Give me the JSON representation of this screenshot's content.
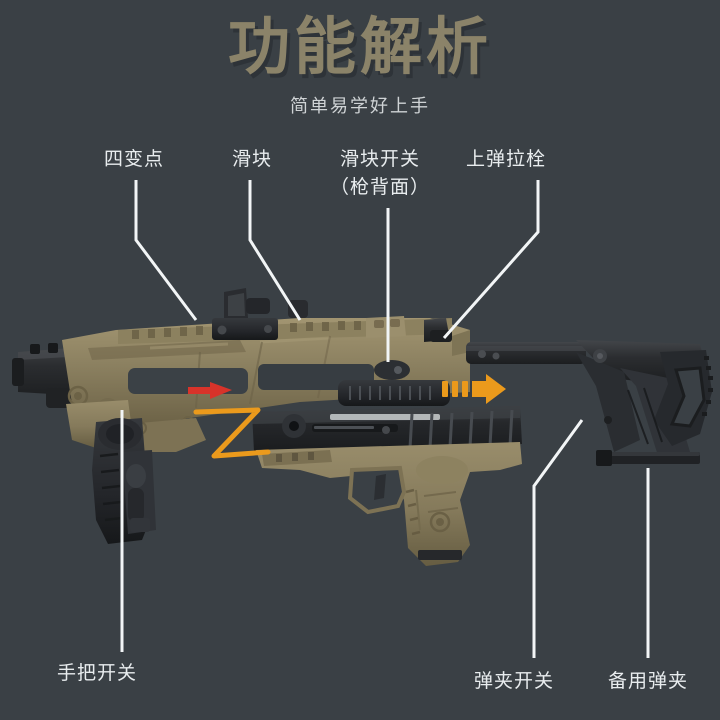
{
  "header": {
    "title": "功能解析",
    "subtitle": "简单易学好上手"
  },
  "labels": {
    "top": [
      {
        "id": "four-change-point",
        "text": "四变点"
      },
      {
        "id": "slider",
        "text": "滑块"
      },
      {
        "id": "slider-switch-line1",
        "text": "滑块开关"
      },
      {
        "id": "slider-switch-line2",
        "text": "（枪背面）"
      },
      {
        "id": "charging-handle",
        "text": "上弹拉栓"
      }
    ],
    "bottom": [
      {
        "id": "grip-switch",
        "text": "手把开关"
      },
      {
        "id": "magazine-switch",
        "text": "弹夹开关"
      },
      {
        "id": "spare-magazine",
        "text": "备用弹夹"
      }
    ]
  },
  "colors": {
    "background": "#3a4045",
    "title": "#8b8369",
    "title_shadow": "#2e3338",
    "label_text": "#e8ecee",
    "leader_line": "#f2f5f6",
    "accent_orange": "#eb9a1c",
    "accent_red": "#d8332a",
    "body_tan": "#8a7f5e",
    "body_tan_light": "#9d9170",
    "body_tan_dark": "#6e6548",
    "part_black": "#26282b",
    "part_black_light": "#3a3d41"
  },
  "annotations": {
    "red_arrow": {
      "name": "slide-back-arrow",
      "direction": "left"
    },
    "orange_arrow": {
      "name": "slide-forward-arrow",
      "direction": "right"
    },
    "orange_path": {
      "name": "insert-path-connector",
      "shape": "z-path"
    }
  }
}
